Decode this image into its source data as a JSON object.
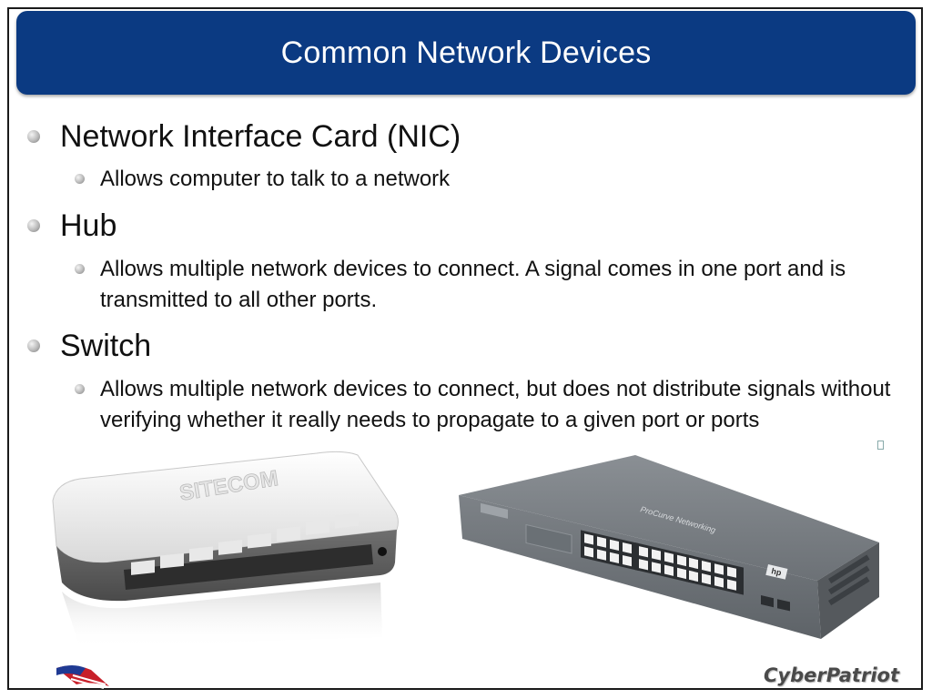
{
  "slide": {
    "title": "Common Network Devices",
    "bullets": [
      {
        "heading": "Network Interface Card (NIC)",
        "detail": "Allows computer to talk to a network"
      },
      {
        "heading": "Hub",
        "detail": "Allows multiple network devices to connect.  A signal comes in one port and is transmitted to all other ports."
      },
      {
        "heading": "Switch",
        "detail": "Allows multiple network devices to connect, but does not distribute signals without verifying whether it really needs to propagate to a given port or ports"
      }
    ],
    "hub_image": {
      "brand": "SITECOM"
    },
    "switch_image": {
      "brand": "ProCurve Networking",
      "logo": "hp"
    },
    "footer_brand": "CyberPatriot",
    "colors": {
      "title_bg": "#0b3a82",
      "title_text": "#ffffff",
      "body_text": "#111111"
    }
  }
}
